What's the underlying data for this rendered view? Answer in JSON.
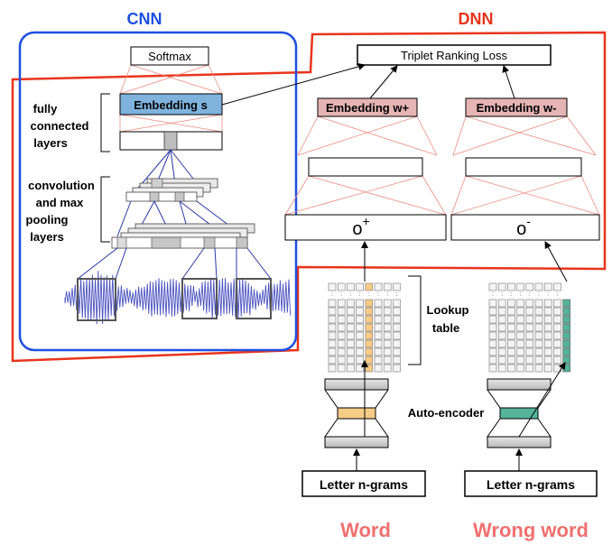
{
  "cnn": {
    "title": "CNN",
    "softmax": "Softmax",
    "embedding_s": "Embedding s",
    "fc_label": [
      "fully",
      "connected",
      "layers"
    ],
    "conv_label": [
      "convolution",
      "and max",
      "pooling",
      "layers"
    ]
  },
  "dnn": {
    "title": "DNN",
    "loss": "Triplet Ranking Loss",
    "embedding_pos": "Embedding w+",
    "embedding_neg": "Embedding w-",
    "o_pos": "o",
    "o_pos_sup": "+",
    "o_neg": "o",
    "o_neg_sup": "-",
    "lookup_label": [
      "Lookup",
      "table"
    ],
    "autoencoder": "Auto-encoder",
    "letter_left": "Letter n-grams",
    "letter_right": "Letter n-grams",
    "word": "Word",
    "wrong_word": "Wrong word"
  },
  "colors": {
    "cnn_blue": "#1f4fe0",
    "dnn_red": "#e8341c",
    "embedding_s_fill": "#7fb2dd",
    "embedding_w_fill": "#e6b4b4",
    "lookup_yellow": "#f6cc86",
    "lookup_green": "#55b39a",
    "word_text": "#f07070",
    "thin_lines": "#f08a80",
    "wave": "#4a52c0"
  }
}
